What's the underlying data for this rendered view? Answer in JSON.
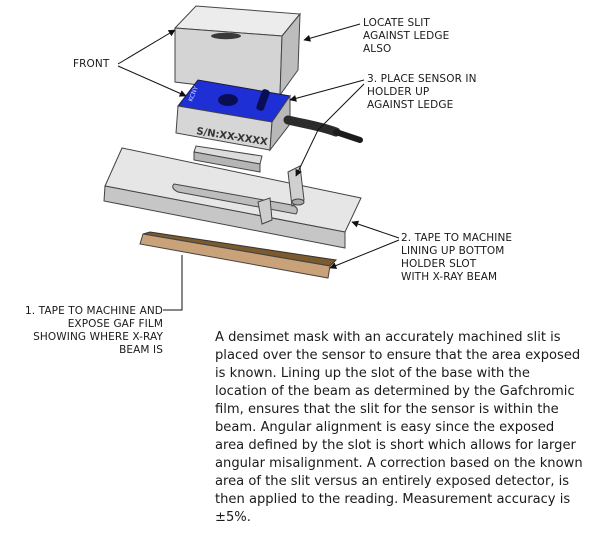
{
  "callouts": {
    "front": [
      "FRONT"
    ],
    "locate_slit": [
      "LOCATE SLIT",
      "AGAINST LEDGE",
      "ALSO"
    ],
    "place_sensor": [
      "3. PLACE SENSOR IN",
      "HOLDER UP",
      "AGAINST LEDGE"
    ],
    "tape_to_machine_2": [
      "2. TAPE TO MACHINE",
      "LINING UP BOTTOM",
      "HOLDER SLOT",
      "WITH X-RAY BEAM"
    ],
    "tape_to_machine_1": [
      "1. TAPE TO MACHINE AND",
      "EXPOSE GAF FILM",
      "SHOWING WHERE X-RAY",
      "BEAM IS"
    ]
  },
  "sensor": {
    "serial": "S/N:XX-XXXX",
    "body_color": "#1f2fd6"
  },
  "description": "A densimet mask with an accurately machined slit is placed over the sensor to ensure that the area exposed is known. Lining up the slot of the base with the location of the beam as determined by the Gafchromic film, ensures that the slit for the sensor is within the beam. Angular alignment is easy since the exposed area defined by the slot is short which allows for larger angular misalignment. A correction based on the known area of the slit versus an entirely exposed detector, is then applied to the reading. Measurement accuracy is ±5%."
}
